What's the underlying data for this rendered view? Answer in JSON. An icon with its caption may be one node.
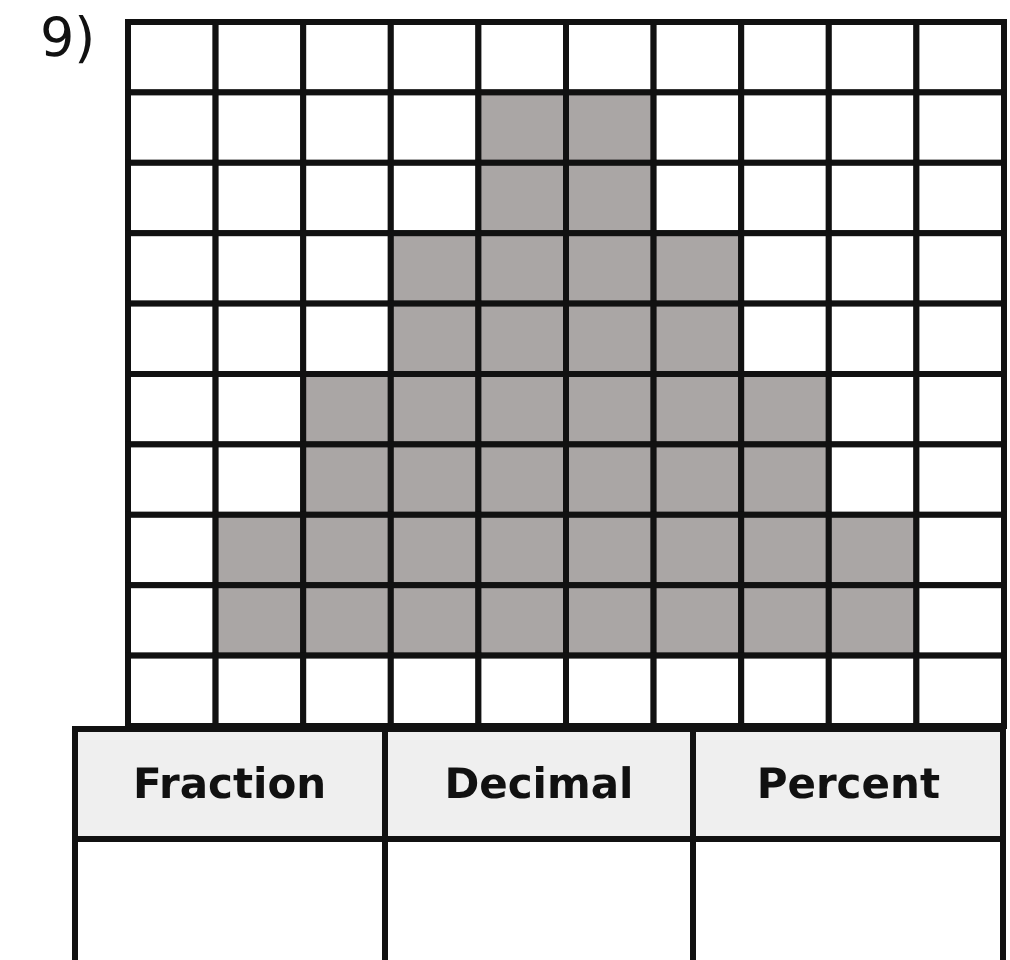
{
  "diagram": {
    "labels": [
      "9)",
      "Fraction",
      "Decimal",
      "Percent"
    ]
  }
}
